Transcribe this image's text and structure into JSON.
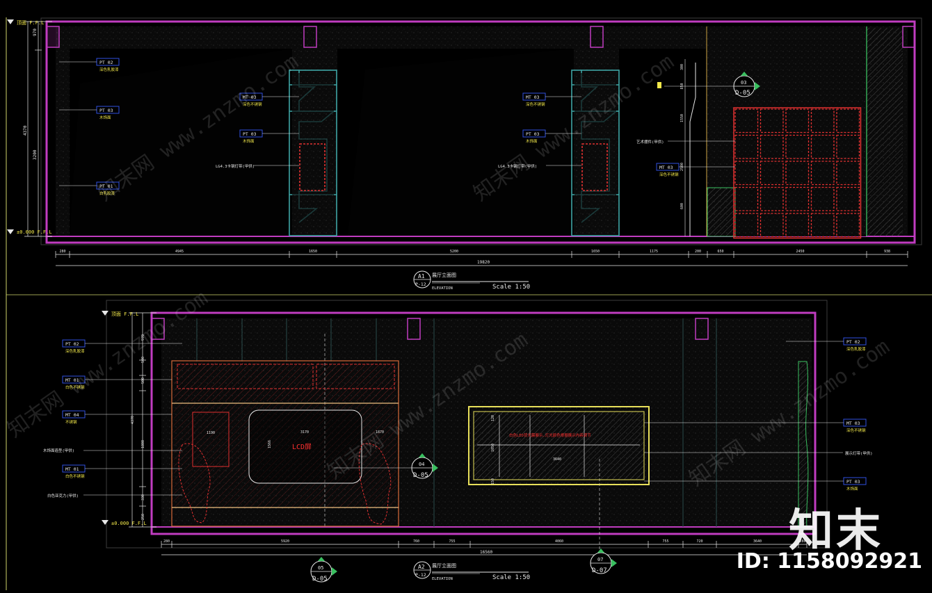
{
  "brand": {
    "name": "知末",
    "id": "ID: 1158092921"
  },
  "watermark": "知末网 www.znzmo.com",
  "elev1": {
    "level_top": "顶面 F.F.L",
    "level_bottom": "±0.000 F.F.L",
    "dims": [
      "280",
      "4945",
      "1650",
      "5200",
      "1650",
      "1175",
      "200",
      "650",
      "2450",
      "938"
    ],
    "total": "19820",
    "vdims": [
      "970",
      "3200",
      "4370"
    ],
    "tags": [
      {
        "code": "PT 02",
        "desc": "深色乳胶漆"
      },
      {
        "code": "PT 03",
        "desc": "木饰面"
      },
      {
        "code": "PT 01",
        "desc": "白乳胶漆"
      },
      {
        "code": "MT 03",
        "desc": "深色不锈钢"
      },
      {
        "code": "PT 03",
        "desc": "木饰面"
      },
      {
        "code": "MT 03",
        "desc": "深色不锈钢"
      },
      {
        "code": "PT 03",
        "desc": "木饰面"
      },
      {
        "code": "MT 03",
        "desc": "深色不锈钢"
      }
    ],
    "led_note": "LG4.3卡钢灯带(甲供)",
    "led_note2": "LG4.3卡钢灯带(甲供)",
    "side_note": "艺术摆件(甲供)",
    "small_dims": [
      "300",
      "850",
      "1550",
      "2500",
      "600"
    ],
    "bubble": {
      "num": "03",
      "ref": "D-05"
    },
    "title_num": "A1",
    "title_sheet": "P-12",
    "title": "展厅立面图",
    "title_en": "ELEVATION",
    "scale": "Scale 1:50"
  },
  "elev2": {
    "level_top": "顶面 F.F.L",
    "level_bottom": "±0.000 F.F.L",
    "dims": [
      "280",
      "5920",
      "760",
      "755",
      "4060",
      "755",
      "720",
      "3640",
      "280"
    ],
    "total": "16560",
    "vdims": [
      "970",
      "500",
      "500",
      "4370",
      "1800",
      "330",
      "250"
    ],
    "tags_left": [
      {
        "code": "PT 02",
        "desc": "深色乳胶漆"
      },
      {
        "code": "MT 01",
        "desc": "白色不锈钢"
      },
      {
        "code": "MT 04",
        "desc": "不锈钢"
      },
      {
        "code": "MT 01",
        "desc": "白色不锈钢"
      }
    ],
    "notes_left": [
      "木饰面造型(甲供)",
      "白色亚克力(甲供)"
    ],
    "tags_right": [
      {
        "code": "PT 02",
        "desc": "深色乳胶漆"
      },
      {
        "code": "MT 03",
        "desc": "深色不锈钢"
      },
      {
        "code": "PT 03",
        "desc": "木饰面"
      }
    ],
    "note_right": "展示灯带(甲供)",
    "lcd": "LCD屏",
    "screen_dims": [
      "1190",
      "1566",
      "3170",
      "1870"
    ],
    "panel_note": "白色LED背光膜展示,灯光颜色根据展示内容调节",
    "panel_dims": [
      "3640",
      "120",
      "1050",
      "150"
    ],
    "bubbles": [
      {
        "num": "04",
        "ref": "D-05"
      },
      {
        "num": "05",
        "ref": "D-05"
      },
      {
        "num": "07",
        "ref": "D-07"
      }
    ],
    "title_num": "A2",
    "title_sheet": "P-12",
    "title": "展厅立面图",
    "title_en": "ELEVATION",
    "scale": "Scale 1:50"
  }
}
